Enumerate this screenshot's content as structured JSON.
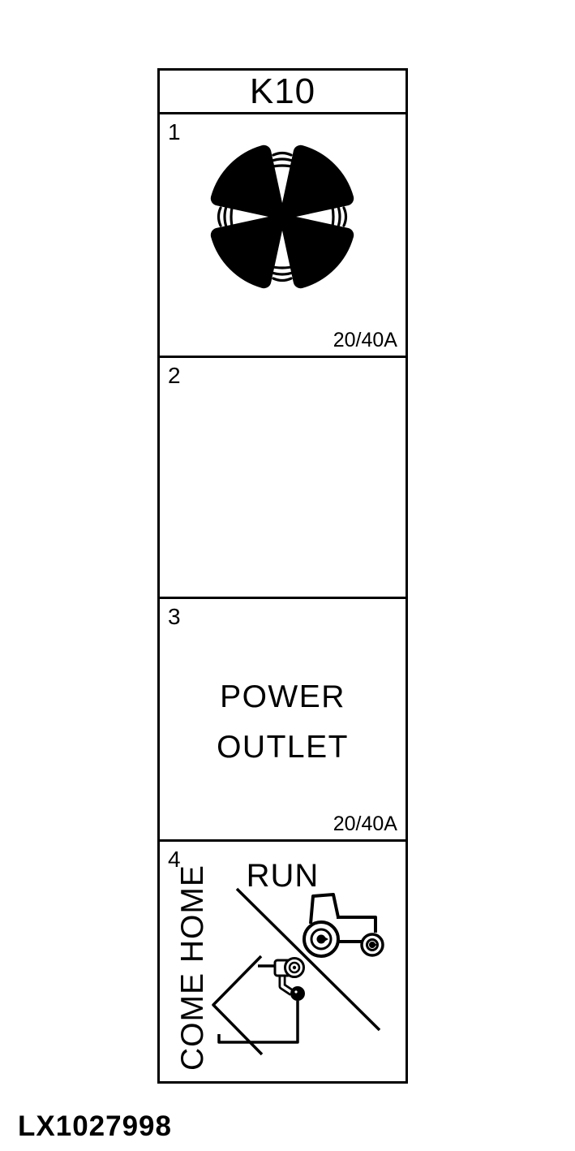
{
  "figure": {
    "relay_id": "K10",
    "image_code": "LX1027998",
    "sections": [
      {
        "number": "1",
        "icon": "fan-icon",
        "rating": "20/40A"
      },
      {
        "number": "2"
      },
      {
        "number": "3",
        "label_line1": "POWER",
        "label_line2": "OUTLET",
        "rating": "20/40A"
      },
      {
        "number": "4",
        "mode_top": "RUN",
        "mode_bottom": "COME HOME",
        "icons": [
          "tractor-run-icon",
          "tractor-come-home-icon",
          "diagonal-divider"
        ]
      }
    ]
  },
  "colors": {
    "ink": "#000000",
    "background": "#ffffff"
  }
}
